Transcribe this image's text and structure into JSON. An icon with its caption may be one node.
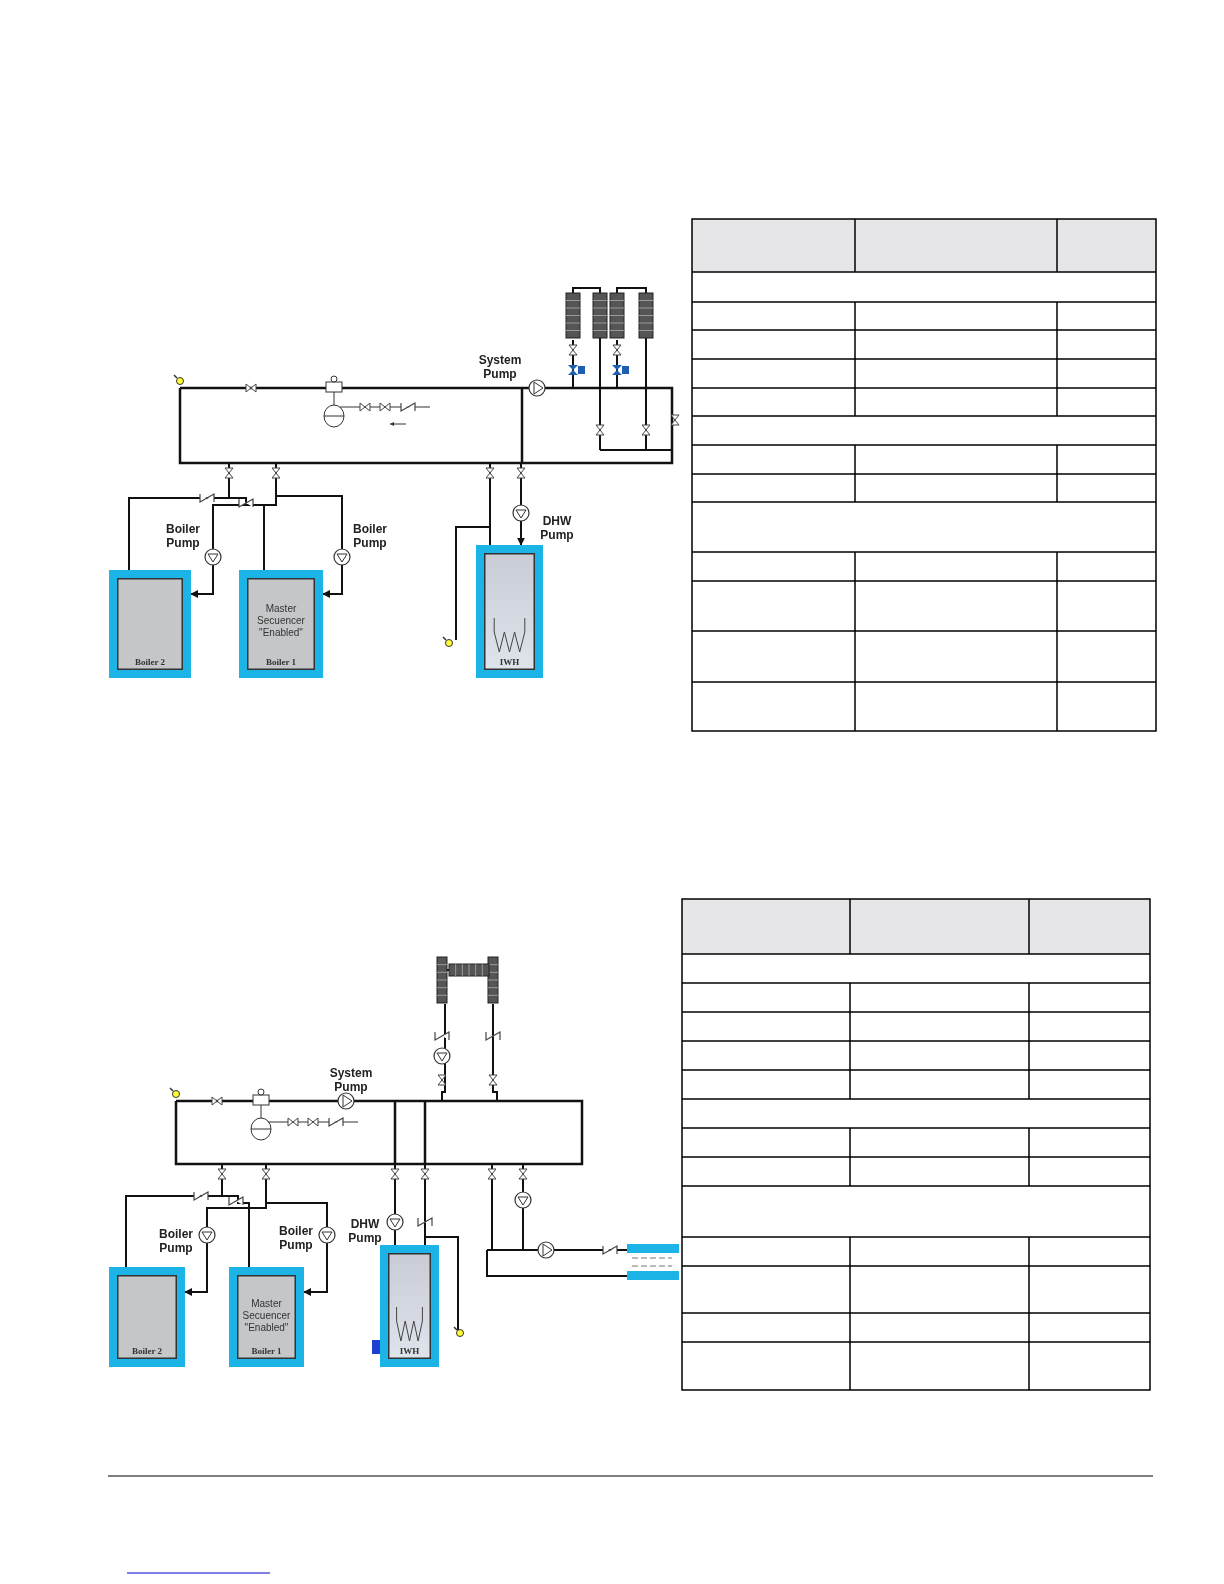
{
  "diagram": {
    "nodes": [
      {
        "text": [],
        "shape": "box"
      },
      {
        "text": [
          "Boiler 2"
        ]
      },
      {
        "text": [
          "Master Secuencer \"Enabled\"",
          "Boiler 1"
        ]
      },
      {
        "text": [
          "IWH"
        ]
      },
      {
        "text": [],
        "shape": "box"
      },
      {
        "text": [
          "Boiler 2"
        ]
      },
      {
        "text": [
          "Master Secuencer \"Enabled\"",
          "Boiler 1"
        ]
      },
      {
        "text": [
          "IWH"
        ]
      }
    ],
    "edges": [
      {
        "from": 0,
        "to": 1,
        "arrow": "none"
      },
      {
        "from": 0,
        "to": 1,
        "arrow": "to"
      },
      {
        "from": 0,
        "to": 2,
        "arrow": "none"
      },
      {
        "from": 0,
        "to": 2,
        "arrow": "to"
      },
      {
        "from": 0,
        "to": 3,
        "arrow": "none"
      },
      {
        "from": 0,
        "to": 3,
        "arrow": "to"
      },
      {
        "from": 4,
        "to": 5,
        "arrow": "none"
      },
      {
        "from": 4,
        "to": 5,
        "arrow": "to"
      },
      {
        "from": 4,
        "to": 6,
        "arrow": "none"
      },
      {
        "from": 4,
        "to": 6,
        "arrow": "to"
      },
      {
        "from": 4,
        "to": 7,
        "arrow": "none"
      },
      {
        "from": 4,
        "to": 7,
        "arrow": "none"
      }
    ],
    "labels": [
      "System Pump",
      "Boiler Pump",
      "Boiler Pump",
      "DHW Pump",
      "System Pump",
      "Boiler Pump",
      "Boiler Pump",
      "DHW Pump"
    ]
  }
}
